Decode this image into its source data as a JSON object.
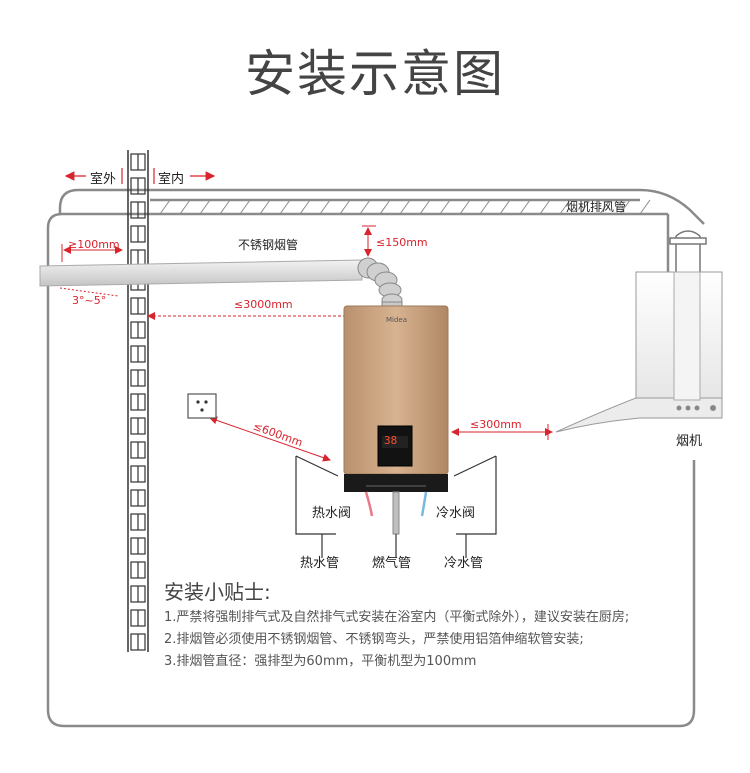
{
  "title": "安装示意图",
  "labels": {
    "outdoor": "室外",
    "indoor": "室内",
    "range_hood_duct": "烟机排风管",
    "stainless_duct": "不锈钢烟管",
    "range_hood": "烟机",
    "hot_valve": "热水阀",
    "cold_valve": "冷水阀",
    "hot_pipe": "热水管",
    "gas_pipe": "燃气管",
    "cold_pipe": "冷水管",
    "heater_brand": "Midea",
    "display_reading": "38"
  },
  "dimensions": {
    "outside_len": "≥100mm",
    "slope": "3°~5°",
    "bend_height": "≤150mm",
    "duct_len": "≤3000mm",
    "socket_dist": "≤600mm",
    "hood_dist": "≤300mm"
  },
  "tips": {
    "heading": "安装小贴士:",
    "items": [
      "1.严禁将强制排气式及自然排气式安装在浴室内（平衡式除外），建议安装在厨房;",
      "2.排烟管必须使用不锈钢烟管、不锈钢弯头，严禁使用铝箔伸缩软管安装;",
      "3.排烟管直径：强排型为60mm，平衡机型为100mm"
    ]
  },
  "colors": {
    "dimension": "#d9232d",
    "heater_body": "#caa27e",
    "heater_base": "#1a1a1a",
    "hot_pipe": "#e87a8a",
    "cold_pipe": "#7ab8e0"
  }
}
